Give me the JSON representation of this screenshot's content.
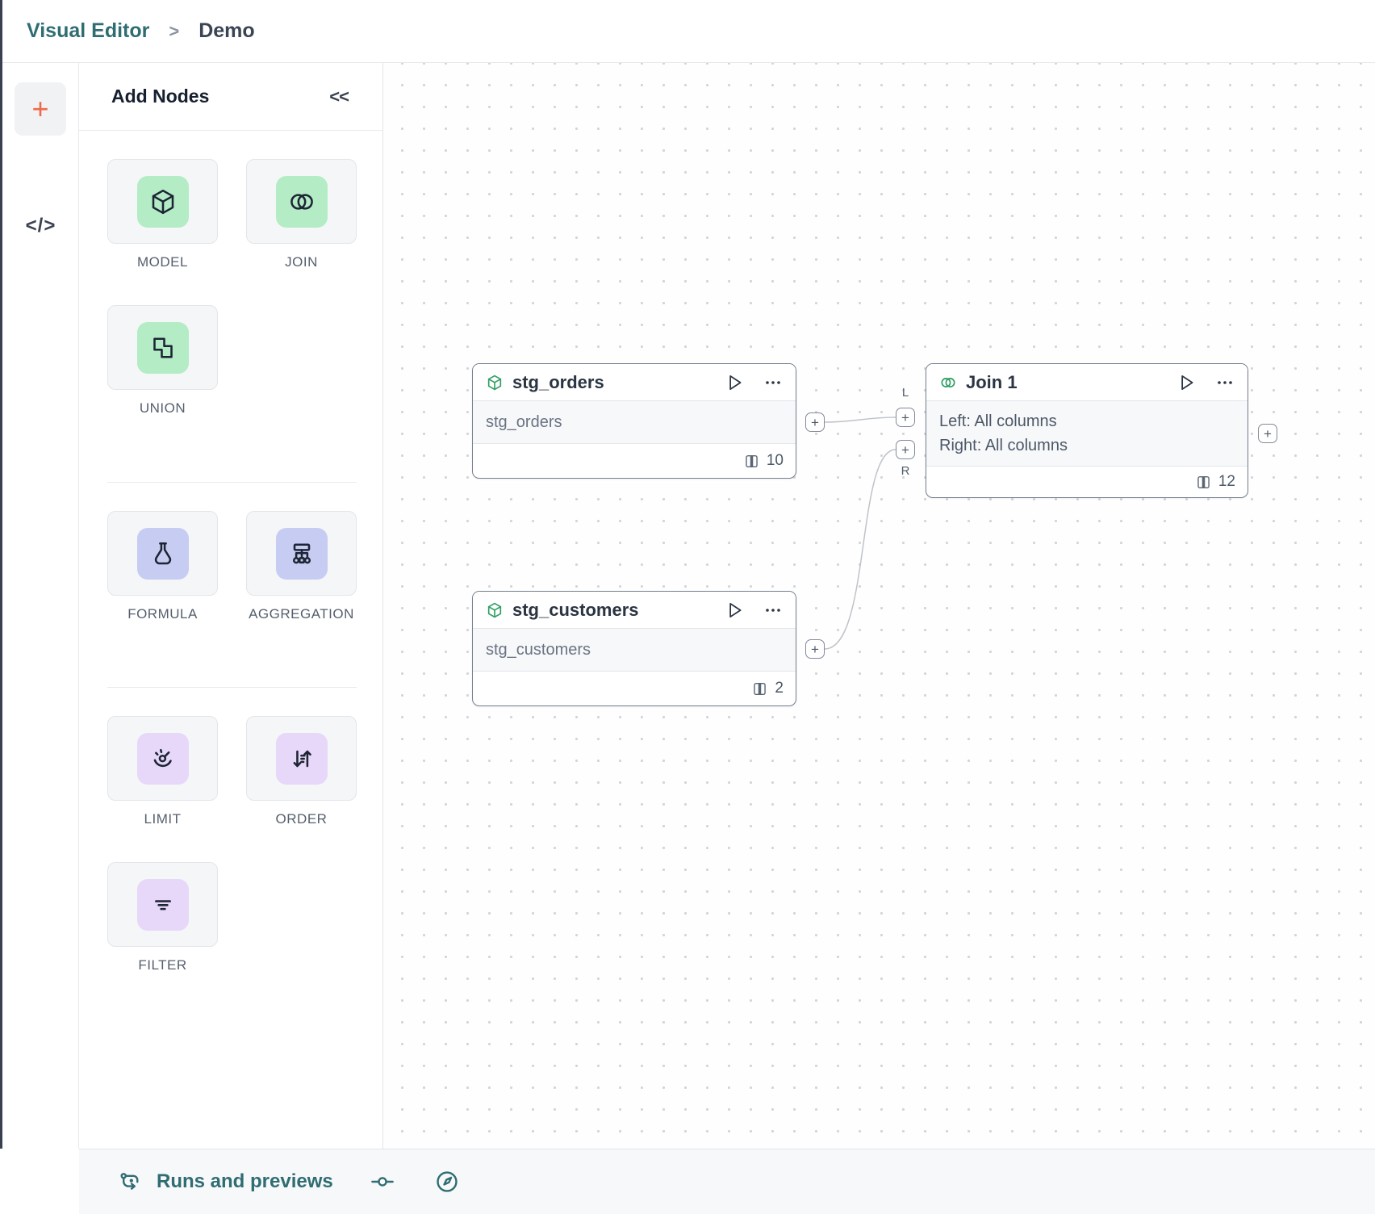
{
  "breadcrumb": {
    "app_title": "Visual Editor",
    "separator": ">",
    "page_title": "Demo"
  },
  "left_rail": {
    "add_button": "+",
    "code_toggle": "</>"
  },
  "add_nodes_panel": {
    "title": "Add Nodes",
    "collapse": "<<",
    "groups": [
      {
        "items": [
          {
            "label": "MODEL",
            "icon": "cube-icon"
          },
          {
            "label": "JOIN",
            "icon": "join-icon"
          },
          {
            "label": "UNION",
            "icon": "union-icon"
          }
        ]
      },
      {
        "items": [
          {
            "label": "FORMULA",
            "icon": "flask-icon"
          },
          {
            "label": "AGGREGATION",
            "icon": "aggregation-icon"
          }
        ]
      },
      {
        "items": [
          {
            "label": "LIMIT",
            "icon": "gauge-icon"
          },
          {
            "label": "ORDER",
            "icon": "sort-icon"
          },
          {
            "label": "FILTER",
            "icon": "filter-icon"
          }
        ]
      }
    ]
  },
  "canvas": {
    "handle_plus": "+",
    "nodes": [
      {
        "title": "stg_orders",
        "body": "stg_orders",
        "columns": "10"
      },
      {
        "title": "stg_customers",
        "body": "stg_customers",
        "columns": "2"
      },
      {
        "title": "Join 1",
        "left_line": "Left: All columns",
        "right_line": "Right: All columns",
        "columns": "12",
        "left_port": "L",
        "right_port": "R"
      }
    ]
  },
  "bottom_bar": {
    "runs_and_previews": "Runs and previews"
  },
  "colors": {
    "teal": "#2f6d73",
    "orange": "#ee6a4a",
    "tile_green": "#b4ecc6",
    "tile_indigo": "#c7ccf3",
    "tile_purple": "#e7d7f9",
    "node_icon_green": "#2e9e63"
  }
}
